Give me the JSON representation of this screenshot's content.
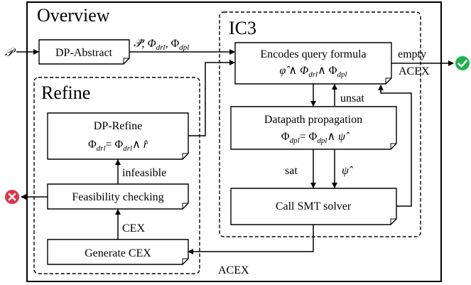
{
  "overview": {
    "title": "Overview"
  },
  "ic3": {
    "title": "IC3"
  },
  "refine": {
    "title": "Refine"
  },
  "input": {
    "symbol": "𝒫"
  },
  "nodes": {
    "dp_abstract": "DP-Abstract",
    "encodes": {
      "line1": "Encodes query formula",
      "line2": "φ̂ ∧ Φ",
      "sub_drl": "drl",
      "mid": "∧ Φ",
      "sub_dpl": "dpl"
    },
    "datapath": {
      "line1": "Datapath propagation",
      "phi": "Φ",
      "sub_dpl": "dpl",
      "eq": "= Φ",
      "sub_dpl2": "dpl",
      "tail": "∧ ψ̂"
    },
    "smt": "Call SMT solver",
    "dp_refine": {
      "line1": "DP-Refine",
      "phi": "Φ",
      "sub_drl": "drl",
      "eq": "= Φ",
      "sub_drl2": "drl",
      "tail": "∧ r̂"
    },
    "feasibility": "Feasibility checking",
    "generate_cex": "Generate CEX"
  },
  "edges": {
    "abstract_out": {
      "p": "𝒫̂, Φ",
      "sub_drl": "drl",
      "mid": ", Φ",
      "sub_dpl": "dpl"
    },
    "empty": "empty",
    "acex_top": "ACEX",
    "unsat": "unsat",
    "sat": "sat",
    "psi": "ψ̂",
    "infeasible": "infeasible",
    "cex": "CEX",
    "acex_bottom": "ACEX"
  },
  "colors": {
    "success": "#1fb24b",
    "failure": "#d9364a"
  },
  "icons": {
    "success": "check-circle-icon",
    "failure": "x-circle-icon"
  }
}
